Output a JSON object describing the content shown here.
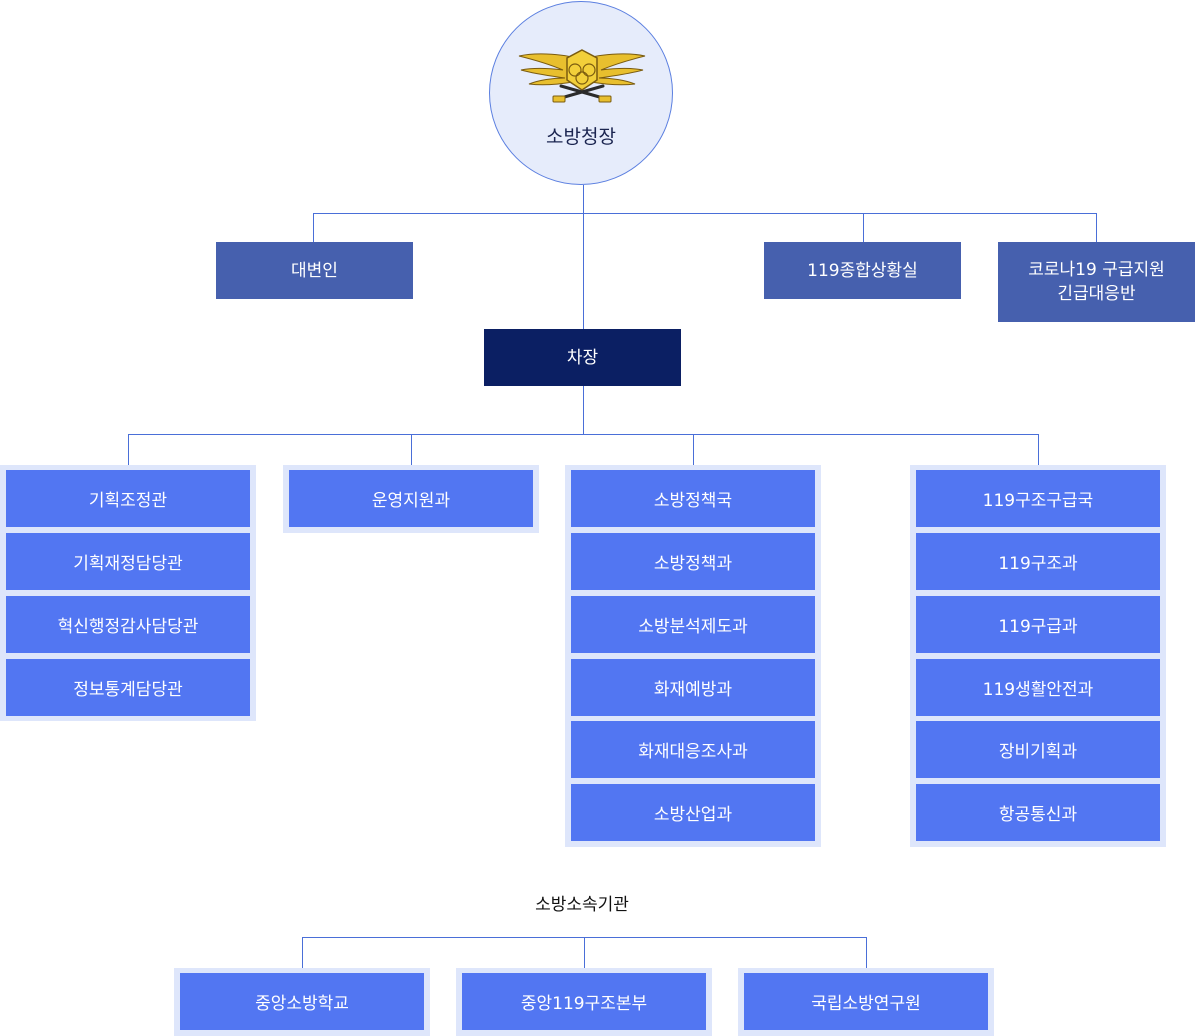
{
  "chief": {
    "title": "소방청장",
    "emblem": "fire-agency-emblem"
  },
  "staff": [
    "대변인",
    "119종합상황실",
    "코로나19 구급지원\n긴급대응반"
  ],
  "deputy": "차장",
  "groups": [
    {
      "units": [
        "기획조정관",
        "기획재정담당관",
        "혁신행정감사담당관",
        "정보통계담당관"
      ]
    },
    {
      "units": [
        "운영지원과"
      ]
    },
    {
      "units": [
        "소방정책국",
        "소방정책과",
        "소방분석제도과",
        "화재예방과",
        "화재대응조사과",
        "소방산업과"
      ]
    },
    {
      "units": [
        "119구조구급국",
        "119구조과",
        "119구급과",
        "119생활안전과",
        "장비기획과",
        "항공통신과"
      ]
    }
  ],
  "affiliated": {
    "title": "소방소속기관",
    "units": [
      "중앙소방학교",
      "중앙119구조본부",
      "국립소방연구원"
    ]
  },
  "colors": {
    "line": "#4a6fd8",
    "chief_fill": "#e6ecfb",
    "staff_box": "#4660ae",
    "deputy_box": "#0b1f63",
    "unit_box": "#5276f2",
    "group_bg": "#dee6fb"
  }
}
